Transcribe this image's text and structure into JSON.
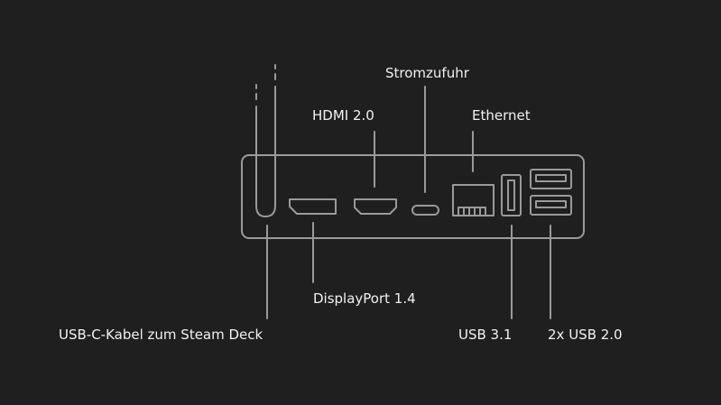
{
  "labels": {
    "power": "Stromzufuhr",
    "hdmi": "HDMI 2.0",
    "ethernet": "Ethernet",
    "displayport": "DisplayPort 1.4",
    "usbc_cable": "USB-C-Kabel zum Steam Deck",
    "usb31": "USB 3.1",
    "usb20": "2x USB 2.0"
  },
  "colors": {
    "background": "#1f1f20",
    "outline": "#9a9a9a",
    "text": "#f2f2f2"
  }
}
